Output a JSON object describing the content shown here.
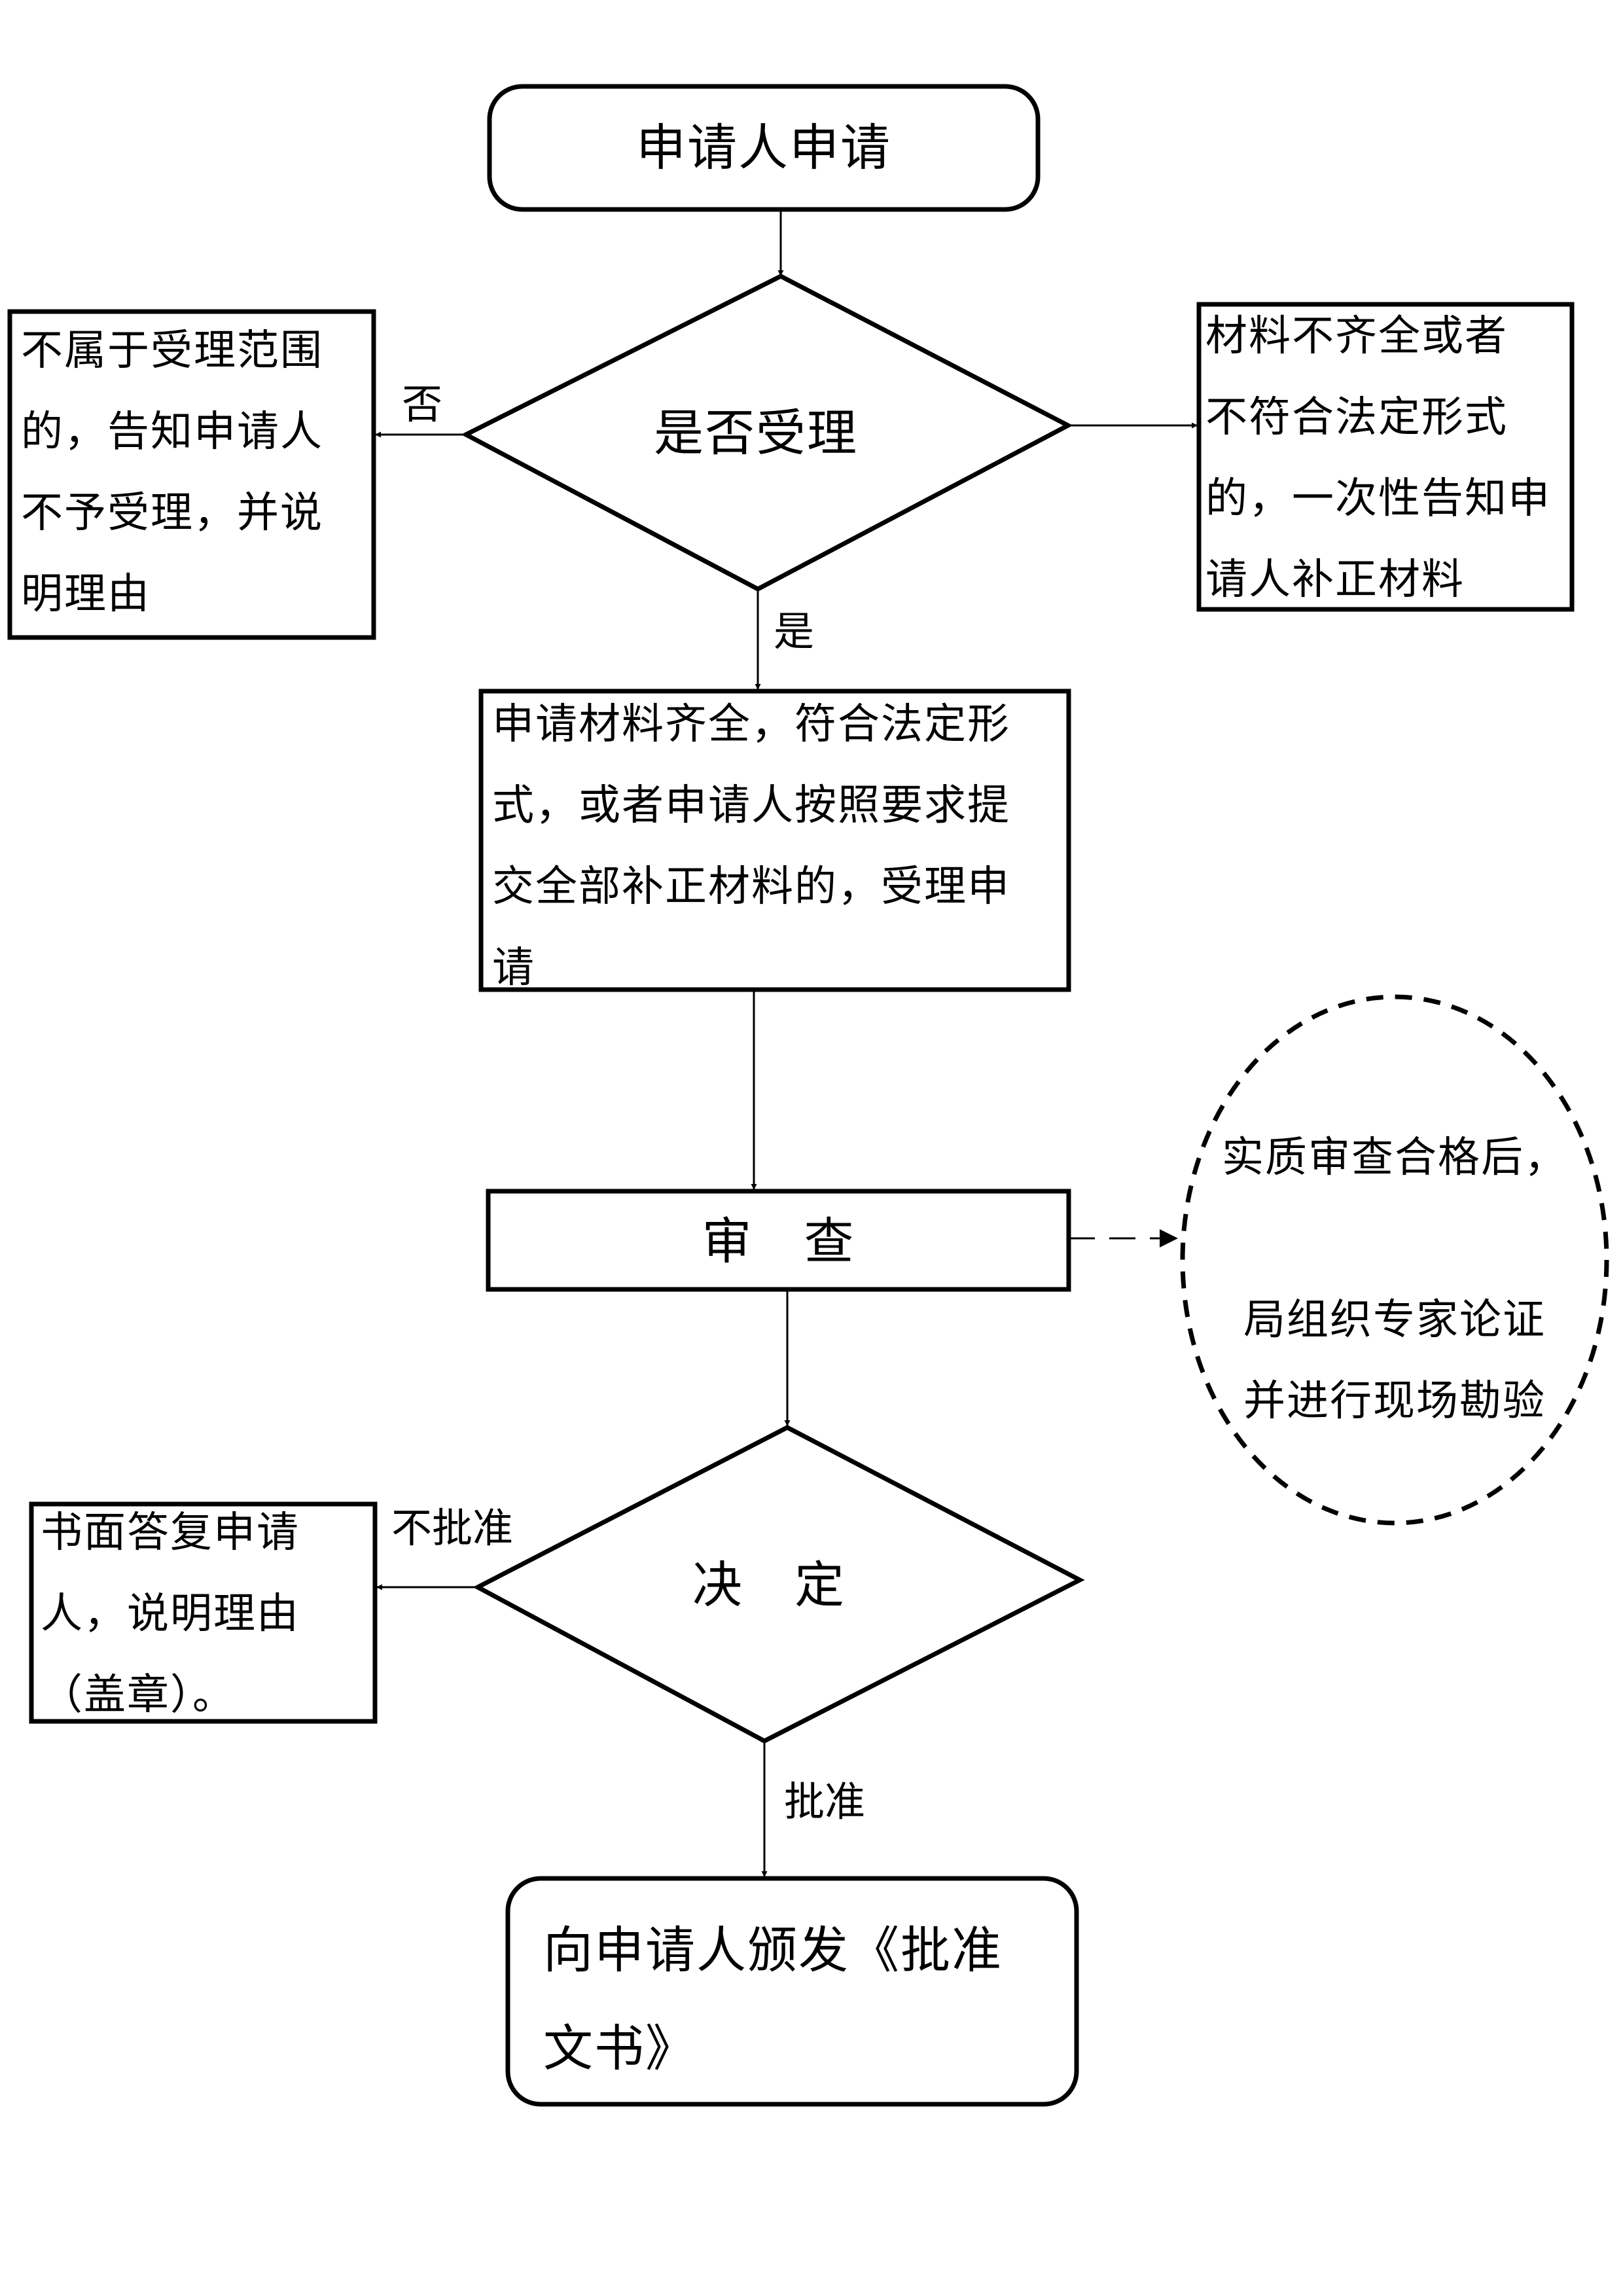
{
  "nodes": {
    "start": "申请人申请",
    "accept_decision": "是否受理",
    "reject_scope": [
      "不属于受理范围",
      "的，告知申请人",
      "不予受理，并说",
      "明理由"
    ],
    "incomplete": [
      "材料不齐全或者",
      "不符合法定形式",
      "的，一次性告知申",
      "请人补正材料"
    ],
    "accepted": [
      "申请材料齐全，符合法定形",
      "式，或者申请人按照要求提",
      "交全部补正材料的，受理申",
      "请"
    ],
    "review": "审　查",
    "expert_review": [
      "实质审查合格后，",
      "",
      "局组织专家论证",
      "并进行现场勘验"
    ],
    "decision": "决　定",
    "reply_written": [
      "书面答复申请",
      "人，说明理由",
      "（盖章）。"
    ],
    "issue": [
      "向申请人颁发《批准",
      "文书》"
    ]
  },
  "edges": {
    "no": "否",
    "yes": "是",
    "not_approved": "不批准",
    "approved": "批准"
  },
  "colors": {
    "line": "#000000",
    "background": "#ffffff"
  }
}
